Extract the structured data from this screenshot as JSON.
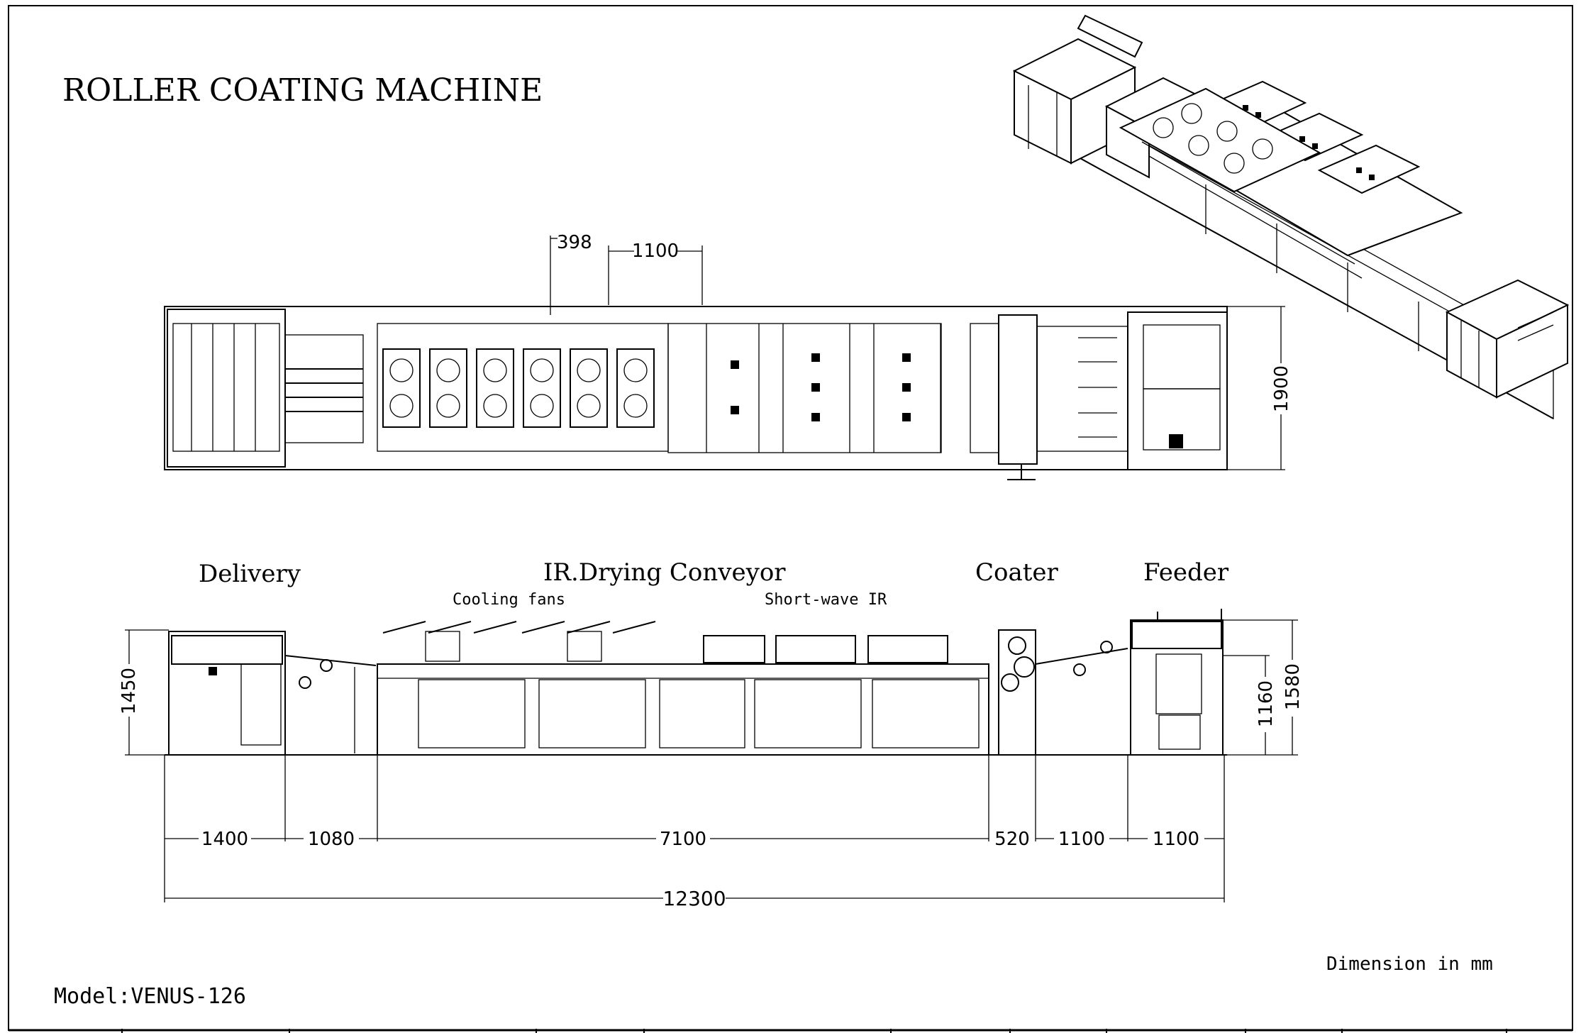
{
  "title": "ROLLER COATING MACHINE",
  "model": "Model:VENUS-126",
  "units_note": "Dimension in mm",
  "sections": {
    "delivery": "Delivery",
    "ir_drying": "IR.Drying Conveyor",
    "coater": "Coater",
    "feeder": "Feeder",
    "cooling_fans": "Cooling fans",
    "short_wave_ir": "Short-wave IR"
  },
  "plan_view": {
    "dim_398": "398",
    "dim_1100": "1100",
    "dim_width": "1900"
  },
  "elevation": {
    "dim_1450": "1450",
    "dim_1160": "1160",
    "dim_1580": "1580",
    "lengths": [
      "1400",
      "1080",
      "7100",
      "520",
      "1100",
      "1100"
    ],
    "total": "12300"
  }
}
